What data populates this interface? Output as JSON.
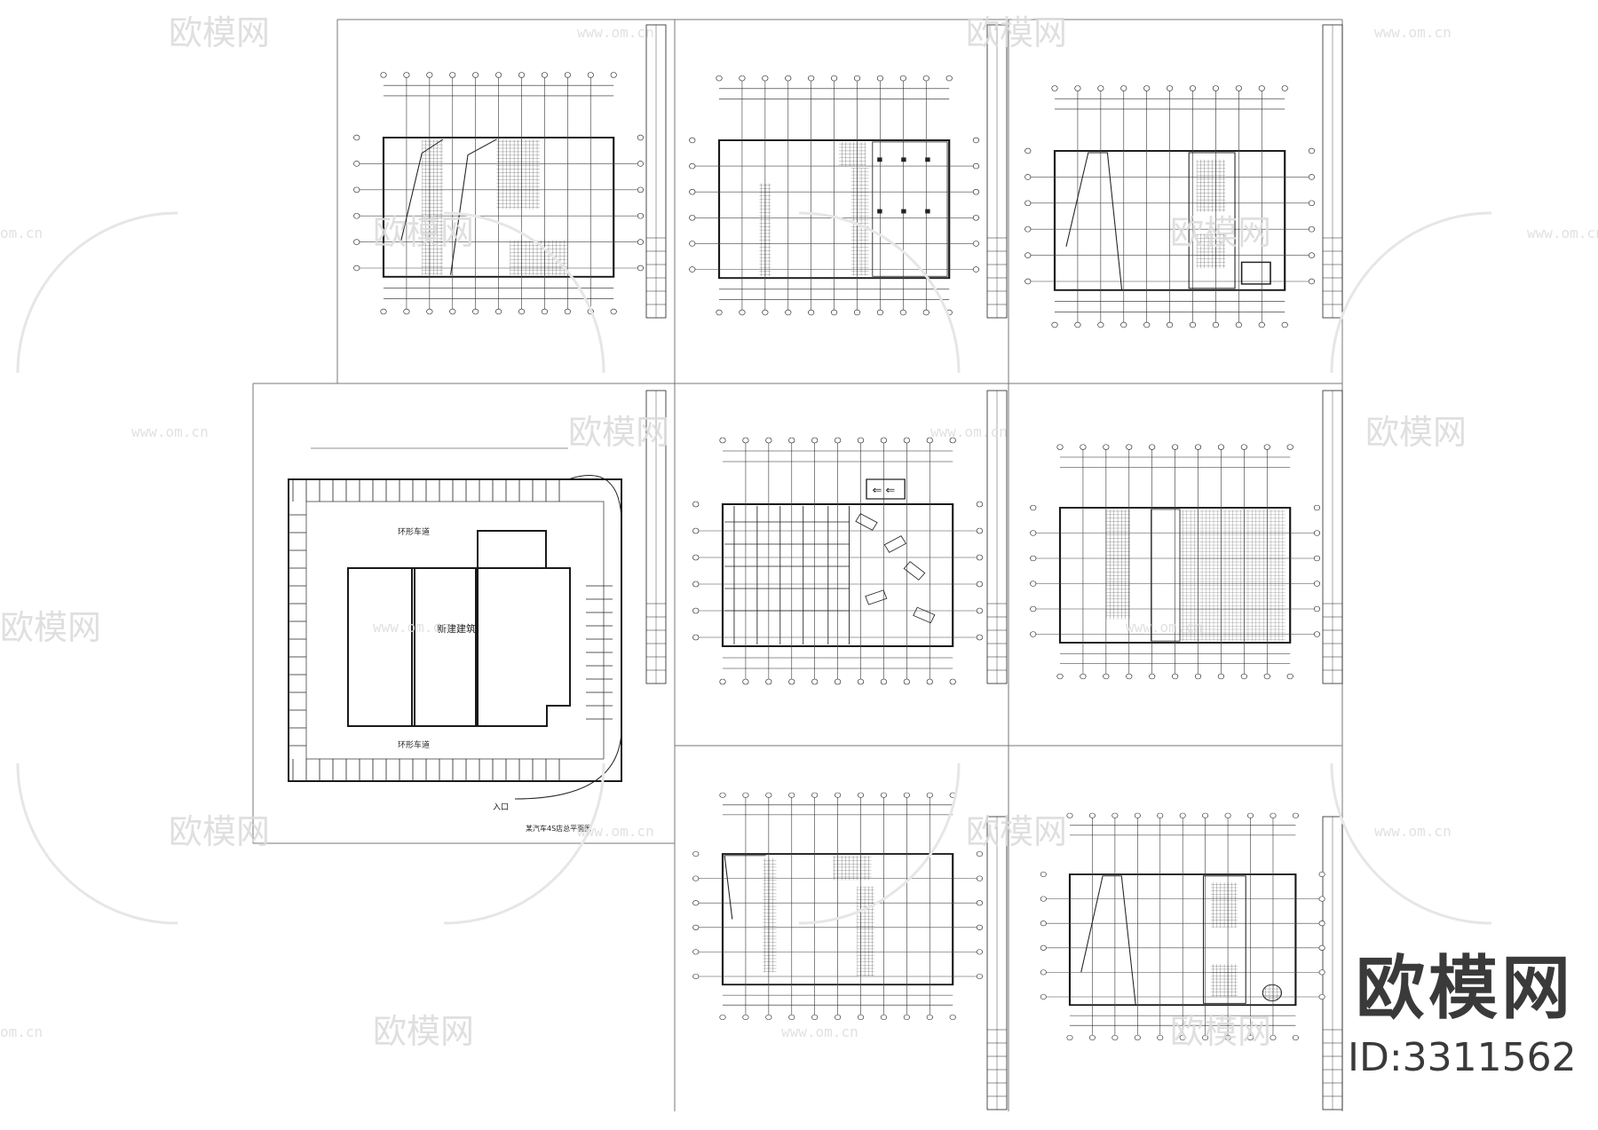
{
  "watermark": {
    "brand_cn": "欧模网",
    "url": "www.om.cn",
    "url_short": "om.cn"
  },
  "brand_label": "欧模网",
  "brand_id": "ID:3311562",
  "site_plan": {
    "road_label": "环形车道",
    "building_label": "新建建筑",
    "entrance_label": "入口",
    "title": "某汽车4S店总平面图"
  },
  "colors": {
    "line": "#1a1a1a",
    "watermark": "#dcdcdc",
    "brand": "#3a3a3a"
  }
}
